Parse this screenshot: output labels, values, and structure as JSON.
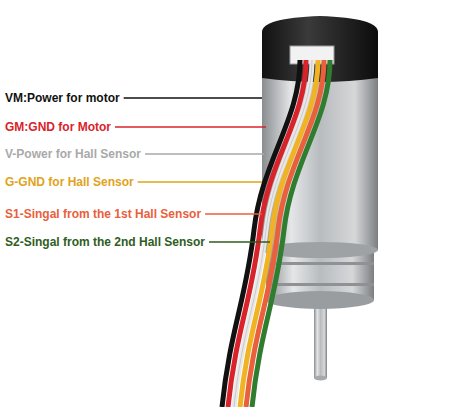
{
  "diagram": {
    "labels": [
      "VM:Power for motor",
      "GM:GND for Motor",
      "V-Power for Hall Sensor",
      "G-GND for Hall Sensor",
      "S1-Singal from the 1st Hall Sensor",
      "S2-Singal from the 2nd Hall Sensor"
    ]
  }
}
